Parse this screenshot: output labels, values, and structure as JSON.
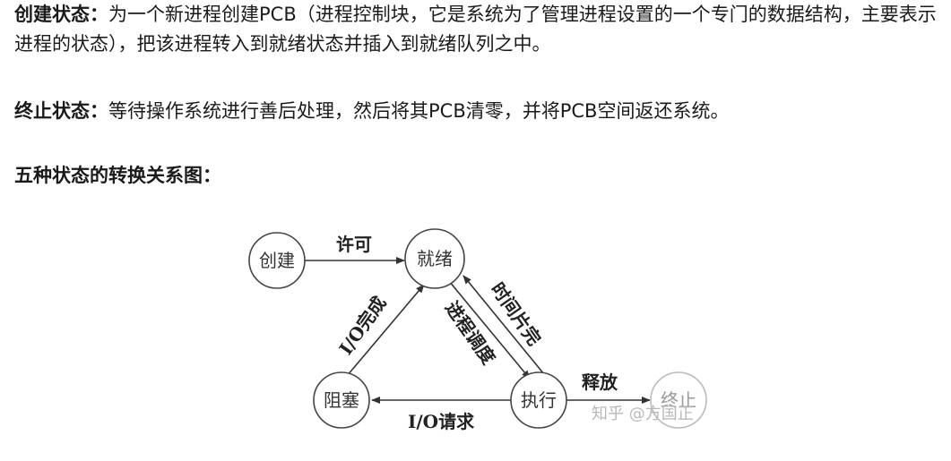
{
  "create_state": {
    "label": "创建状态：",
    "text": "为一个新进程创建PCB（进程控制块，它是系统为了管理进程设置的一个专门的数据结构，主要表示进程的状态），把该进程转入到就绪状态并插入到就绪队列之中。"
  },
  "terminate_state": {
    "label": "终止状态：",
    "text": "等待操作系统进行善后处理，然后将其PCB清零，并将PCB空间返还系统。"
  },
  "diagram_title": "五种状态的转换关系图：",
  "diagram": {
    "nodes": {
      "create": "创建",
      "ready": "就绪",
      "block": "阻塞",
      "run": "执行",
      "terminate": "终止"
    },
    "edges": {
      "permit": "许可",
      "io_complete": "I/O完成",
      "schedule": "进程调度",
      "time_slice": "时间片完",
      "release": "释放",
      "io_request": "I/O请求"
    },
    "watermark": "知乎 @方国正"
  }
}
